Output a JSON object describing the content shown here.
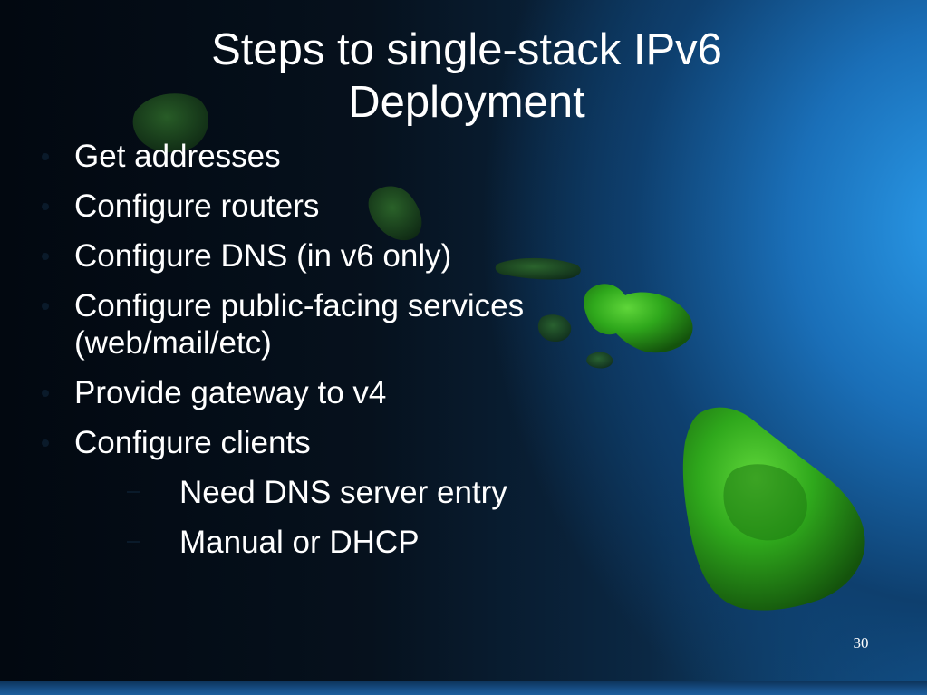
{
  "slide": {
    "title_lines": [
      "Steps to single-stack IPv6",
      "Deployment"
    ],
    "bullets": [
      {
        "lines": [
          "Get addresses"
        ]
      },
      {
        "lines": [
          "Configure routers"
        ]
      },
      {
        "lines": [
          "Configure DNS (in v6 only)"
        ]
      },
      {
        "lines": [
          "Configure public-facing services",
          "(web/mail/etc)"
        ]
      },
      {
        "lines": [
          "Provide gateway to v4"
        ]
      },
      {
        "lines": [
          "Configure clients"
        ]
      }
    ],
    "sub_bullets": [
      "Need DNS server entry",
      "Manual or DHCP"
    ],
    "slide_number": "30"
  },
  "background": {
    "description_icon": "hawaiian-islands-map",
    "colors": {
      "dark_blue": "#06111d",
      "bright_blue": "#2a9bea",
      "island_green": "#2fa81c"
    }
  }
}
